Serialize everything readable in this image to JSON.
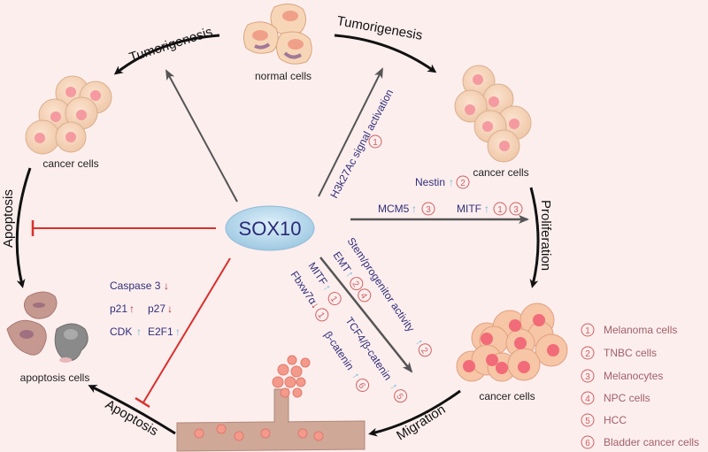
{
  "center": {
    "label": "SOX10"
  },
  "cells": {
    "normal": "normal cells",
    "cancer_left": "cancer cells",
    "cancer_right": "cancer cells",
    "cancer_bottom": "cancer cells",
    "apoptosis": "apoptosis cells"
  },
  "processes": {
    "tumorigenesis_left": "Tumorigenesis",
    "tumorigenesis_right": "Tumorigenesis",
    "proliferation": "Proliferation",
    "migration": "Migration",
    "apoptosis_left": "Apoptosis",
    "apoptosis_bottom": "Apoptosis"
  },
  "annotations": {
    "h3k27ac": {
      "text": "H3k27Ac signal activation",
      "ref": "1"
    },
    "nestin": {
      "text": "Nestin",
      "dir": "up",
      "ref": "2"
    },
    "mcm5": {
      "text": "MCM5",
      "dir": "up",
      "ref": "3"
    },
    "mitf_prolif": {
      "text": "MITF",
      "dir": "up",
      "refs": [
        "1",
        "3"
      ]
    },
    "stem": {
      "text": "Stem/progenitor activity",
      "dir": "up",
      "ref": "2"
    },
    "emt": {
      "text": "EMT",
      "dir": "up",
      "refs": [
        "2",
        "4"
      ]
    },
    "mitf_mig": {
      "text": "MITF",
      "dir": "up",
      "ref": "1"
    },
    "fbxw7": {
      "text": "Fbxw7α",
      "dir": "down",
      "ref": "1"
    },
    "tcf4": {
      "text": "TCF4/β-catenin",
      "dir": "up",
      "ref": "5"
    },
    "bcatenin": {
      "text": "β-catenin",
      "dir": "up",
      "ref": "6"
    },
    "caspase3": {
      "text": "Caspase 3",
      "dir": "down"
    },
    "p21": {
      "text": "p21",
      "dir": "up"
    },
    "p27": {
      "text": "p27",
      "dir": "down"
    },
    "cdk": {
      "text": "CDK",
      "dir": "up"
    },
    "e2f1": {
      "text": "E2F1",
      "dir": "up"
    }
  },
  "legend": [
    {
      "num": "1",
      "label": "Melanoma cells"
    },
    {
      "num": "2",
      "label": "TNBC cells"
    },
    {
      "num": "3",
      "label": "Melanocytes"
    },
    {
      "num": "4",
      "label": "NPC cells"
    },
    {
      "num": "5",
      "label": "HCC"
    },
    {
      "num": "6",
      "label": "Bladder cancer cells"
    }
  ],
  "colors": {
    "background": "#fdeeee",
    "inhibit": "#d9302c",
    "arrow": "#555555",
    "gene_text": "#2f2f7a",
    "up_arrow": "#6ab4d8",
    "down_arrow": "#aa3333",
    "ref_circle": "#d06060"
  }
}
